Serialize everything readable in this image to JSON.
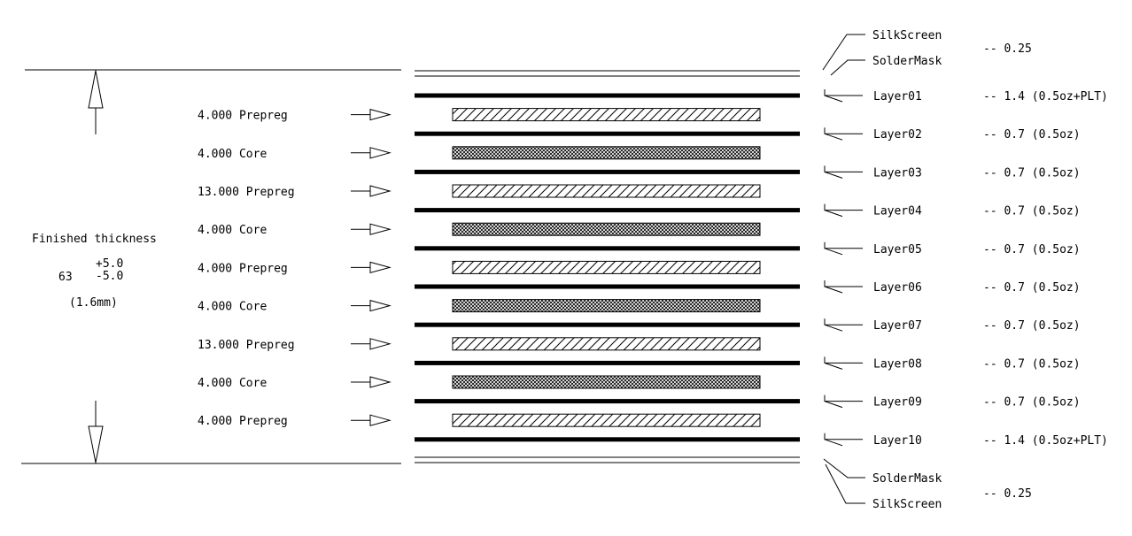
{
  "finished": {
    "label": "Finished thickness",
    "value": "63",
    "tol_plus": "+5.0",
    "tol_minus": "-5.0",
    "metric": "(1.6mm)"
  },
  "dielectrics": [
    {
      "label": "4.000 Prepreg",
      "kind": "prepreg"
    },
    {
      "label": "4.000 Core",
      "kind": "core"
    },
    {
      "label": "13.000 Prepreg",
      "kind": "prepreg"
    },
    {
      "label": "4.000 Core",
      "kind": "core"
    },
    {
      "label": "4.000 Prepreg",
      "kind": "prepreg"
    },
    {
      "label": "4.000 Core",
      "kind": "core"
    },
    {
      "label": "13.000 Prepreg",
      "kind": "prepreg"
    },
    {
      "label": "4.000 Core",
      "kind": "core"
    },
    {
      "label": "4.000 Prepreg",
      "kind": "prepreg"
    }
  ],
  "layers": [
    {
      "name": "Layer01",
      "value": "-- 1.4 (0.5oz+PLT)"
    },
    {
      "name": "Layer02",
      "value": "-- 0.7 (0.5oz)"
    },
    {
      "name": "Layer03",
      "value": "-- 0.7 (0.5oz)"
    },
    {
      "name": "Layer04",
      "value": "-- 0.7 (0.5oz)"
    },
    {
      "name": "Layer05",
      "value": "-- 0.7 (0.5oz)"
    },
    {
      "name": "Layer06",
      "value": "-- 0.7 (0.5oz)"
    },
    {
      "name": "Layer07",
      "value": "-- 0.7 (0.5oz)"
    },
    {
      "name": "Layer08",
      "value": "-- 0.7 (0.5oz)"
    },
    {
      "name": "Layer09",
      "value": "-- 0.7 (0.5oz)"
    },
    {
      "name": "Layer10",
      "value": "-- 1.4 (0.5oz+PLT)"
    }
  ],
  "top_coats": {
    "silk": "SilkScreen",
    "mask": "SolderMask",
    "value": "-- 0.25"
  },
  "bottom_coats": {
    "mask": "SolderMask",
    "silk": "SilkScreen",
    "value": "-- 0.25"
  }
}
